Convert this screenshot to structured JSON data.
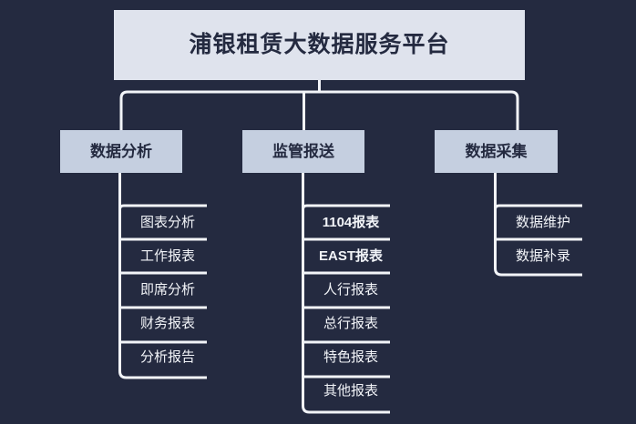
{
  "theme": {
    "background": "#242a40",
    "root_box_fill": "#dfe3ed",
    "level2_box_fill": "#c5cfe0",
    "dark_text": "#242a40",
    "light_text": "#f2f4f8",
    "connector_line": "#f2f4f8"
  },
  "root": {
    "title": "浦银租赁大数据服务平台"
  },
  "branches": [
    {
      "label": "数据分析",
      "leaves": [
        {
          "label": "图表分析",
          "bold": false
        },
        {
          "label": "工作报表",
          "bold": false
        },
        {
          "label": "即席分析",
          "bold": false
        },
        {
          "label": "财务报表",
          "bold": false
        },
        {
          "label": "分析报告",
          "bold": false
        }
      ]
    },
    {
      "label": "监管报送",
      "leaves": [
        {
          "label": "1104报表",
          "bold": true
        },
        {
          "label": "EAST报表",
          "bold": true
        },
        {
          "label": "人行报表",
          "bold": false
        },
        {
          "label": "总行报表",
          "bold": false
        },
        {
          "label": "特色报表",
          "bold": false
        },
        {
          "label": "其他报表",
          "bold": false
        }
      ]
    },
    {
      "label": "数据采集",
      "leaves": [
        {
          "label": "数据维护",
          "bold": false
        },
        {
          "label": "数据补录",
          "bold": false
        }
      ]
    }
  ]
}
